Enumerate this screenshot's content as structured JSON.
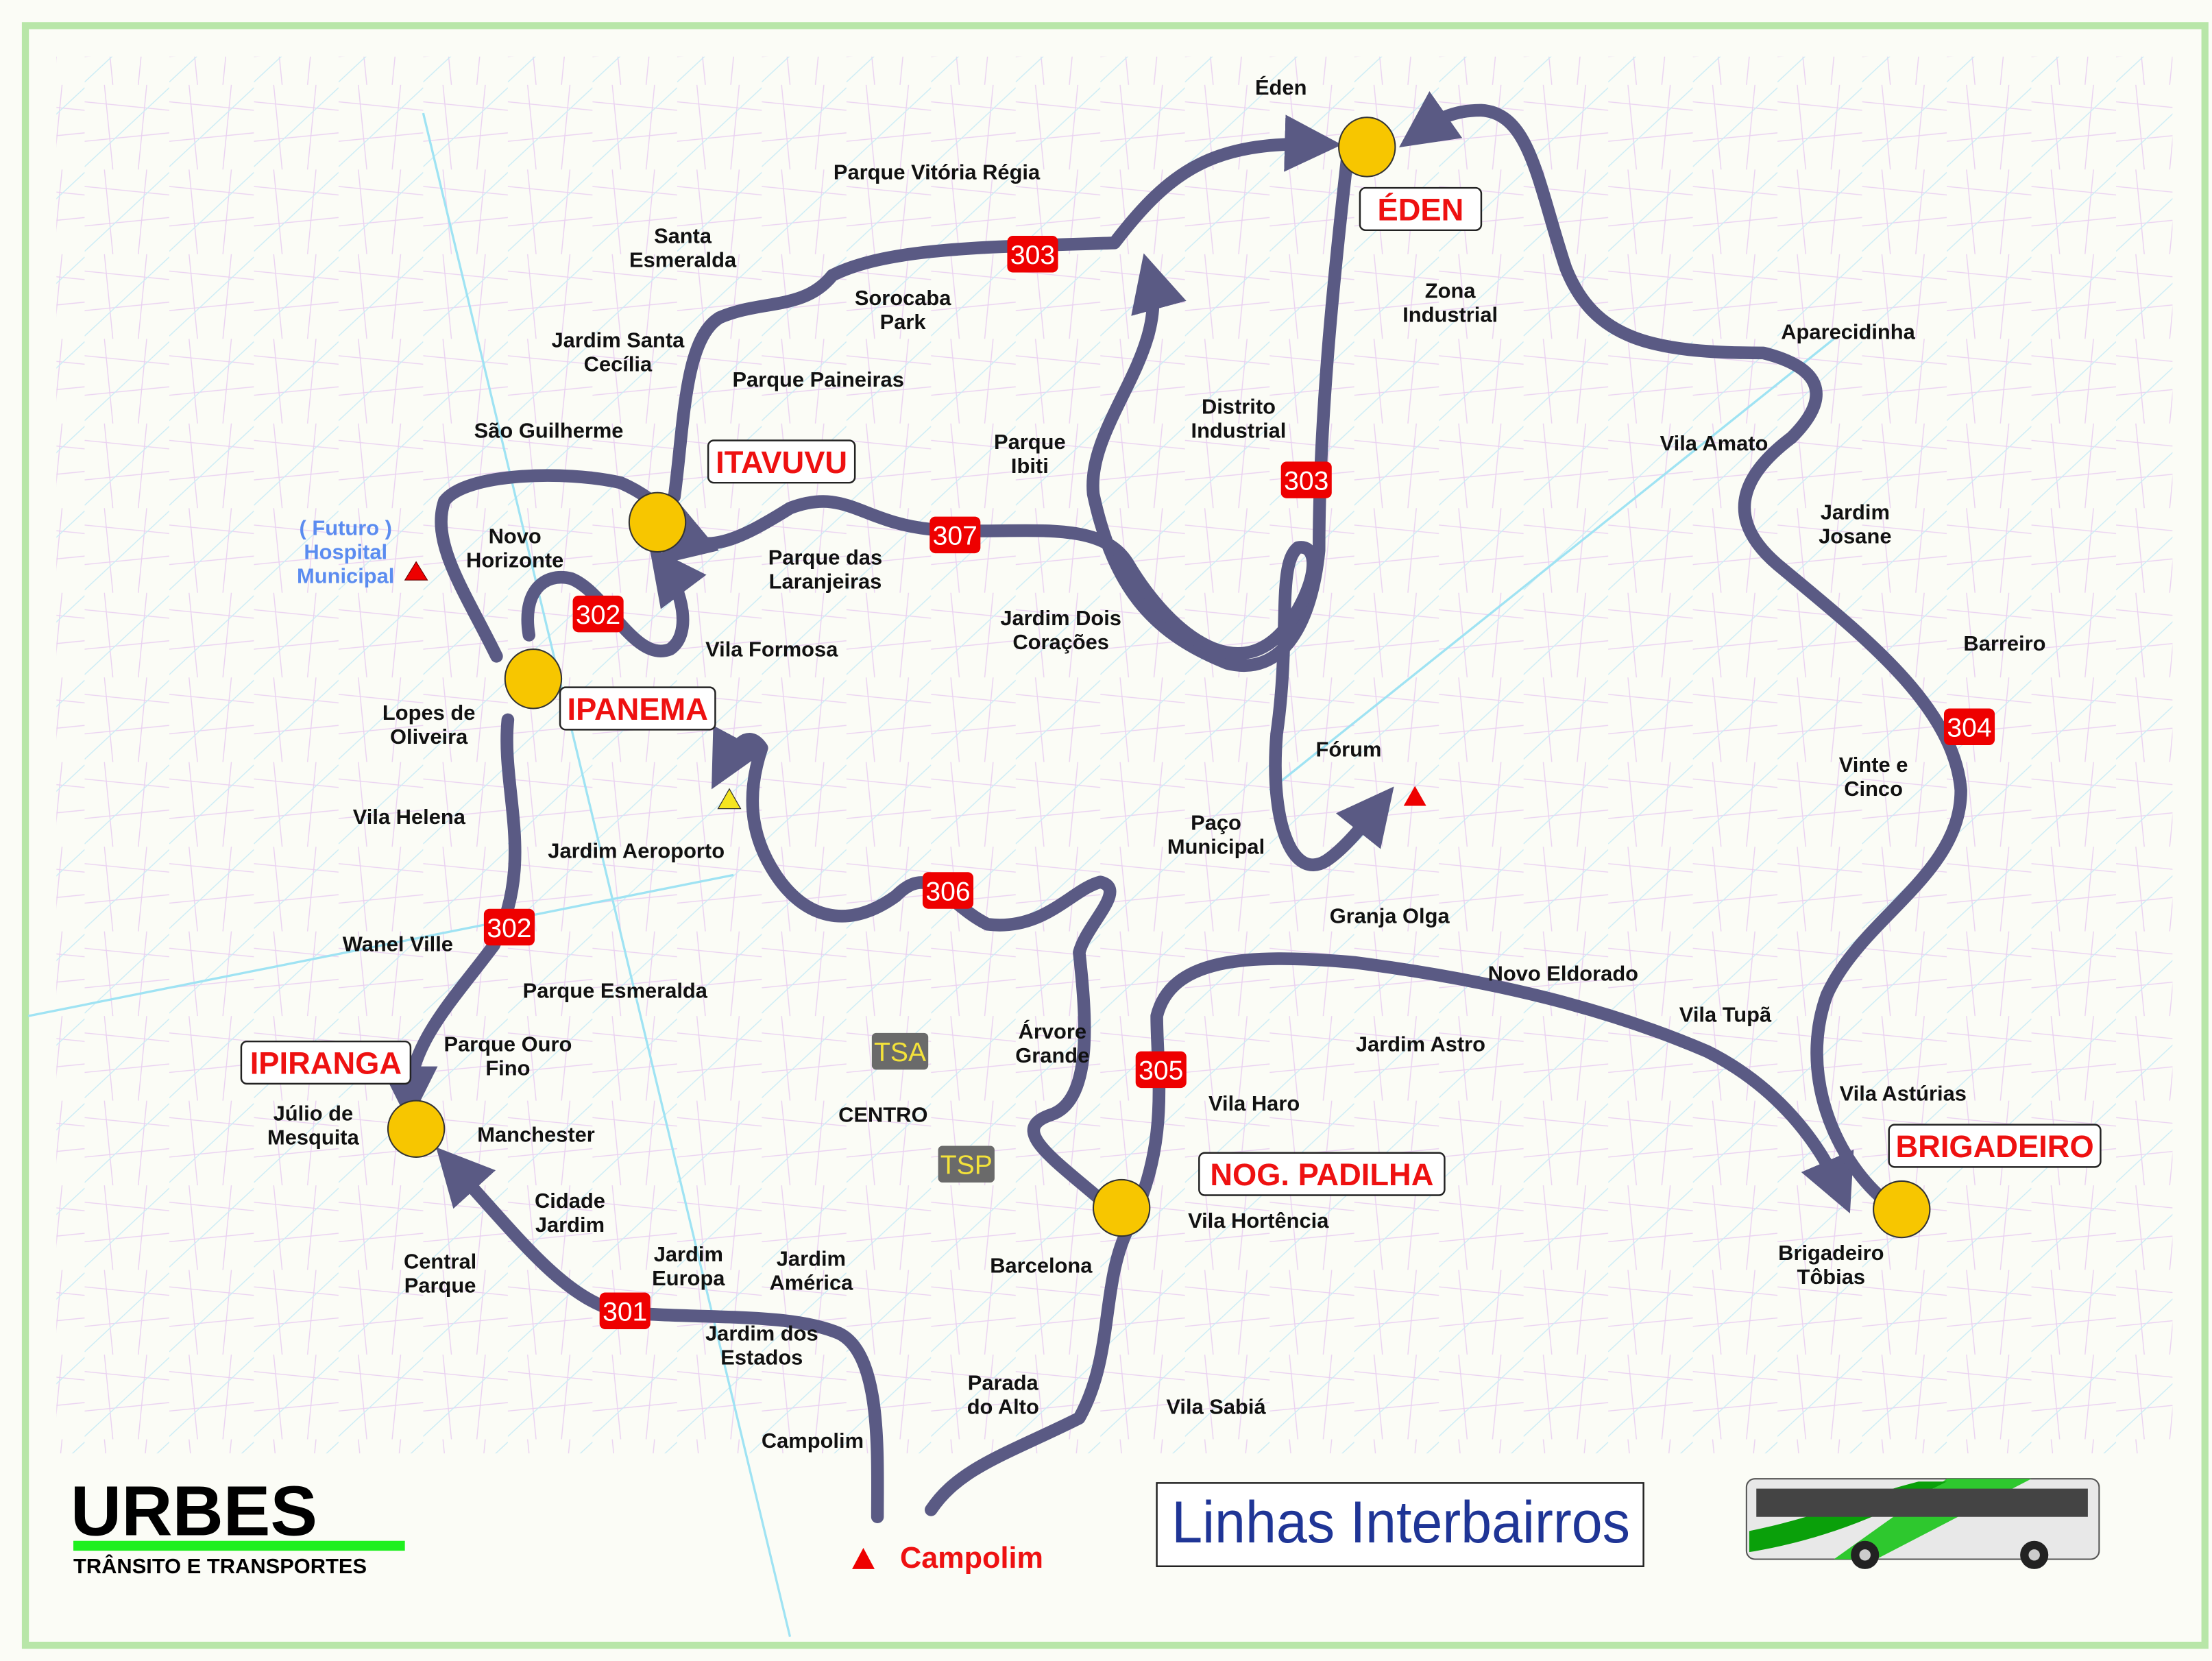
{
  "title": "Linhas Interbairros",
  "logo": {
    "name": "URBES",
    "subtitle": "TRÂNSITO E TRANSPORTES"
  },
  "colors": {
    "route": "#5a5a84",
    "terminal": "#f7c600",
    "badge": "#ee0000",
    "label_red": "#ee1111",
    "hospital": "#5b8cf0",
    "border": "#b8e6a8"
  },
  "neighborhoods": [
    [
      "Éden"
    ],
    [
      "Parque Vitória Régia"
    ],
    [
      "Santa",
      "Esmeralda"
    ],
    [
      "Sorocaba",
      "Park"
    ],
    [
      "Jardim Santa",
      "Cecília"
    ],
    [
      "Parque Paineiras"
    ],
    [
      "São Guilherme"
    ],
    [
      "Zona",
      "Industrial"
    ],
    [
      "Aparecidinha"
    ],
    [
      "Distrito",
      "Industrial"
    ],
    [
      "Parque",
      "Ibiti"
    ],
    [
      "Vila Amato"
    ],
    [
      "Jardim",
      "Josane"
    ],
    [
      "Novo",
      "Horizonte"
    ],
    [
      "Parque das",
      "Laranjeiras"
    ],
    [
      "Jardim Dois",
      "Corações"
    ],
    [
      "Vila Formosa"
    ],
    [
      "Barreiro"
    ],
    [
      "Lopes de",
      "Oliveira"
    ],
    [
      "Fórum"
    ],
    [
      "Vinte e",
      "Cinco"
    ],
    [
      "Vila Helena"
    ],
    [
      "Paço",
      "Municipal"
    ],
    [
      "Jardim Aeroporto"
    ],
    [
      "Granja Olga"
    ],
    [
      "Wanel Ville"
    ],
    [
      "Novo Eldorado"
    ],
    [
      "Parque Esmeralda"
    ],
    [
      "Vila Tupã"
    ],
    [
      "Árvore",
      "Grande"
    ],
    [
      "Parque Ouro",
      "Fino"
    ],
    [
      "Jardim Astro"
    ],
    [
      "Vila Astúrias"
    ],
    [
      "Vila Haro"
    ],
    [
      "CENTRO"
    ],
    [
      "Júlio de",
      "Mesquita"
    ],
    [
      "Manchester"
    ],
    [
      "Cidade",
      "Jardim"
    ],
    [
      "Vila Hortência"
    ],
    [
      "Central",
      "Parque"
    ],
    [
      "Jardim",
      "Europa"
    ],
    [
      "Jardim",
      "América"
    ],
    [
      "Barcelona"
    ],
    [
      "Brigadeiro",
      "Tôbias"
    ],
    [
      "Jardim dos",
      "Estados"
    ],
    [
      "Parada",
      "do Alto"
    ],
    [
      "Vila Sabiá"
    ],
    [
      "Campolim"
    ]
  ],
  "hospital": [
    "( Futuro )",
    "Hospital",
    "Municipal"
  ],
  "terminals": [
    "ÉDEN",
    "ITAVUVU",
    "IPANEMA",
    "IPIRANGA",
    "NOG. PADILHA",
    "BRIGADEIRO"
  ],
  "destination": "Campolim",
  "lines": [
    "303",
    "303",
    "307",
    "302",
    "302",
    "306",
    "304",
    "305",
    "301"
  ],
  "stations": [
    "TSA",
    "TSP"
  ]
}
